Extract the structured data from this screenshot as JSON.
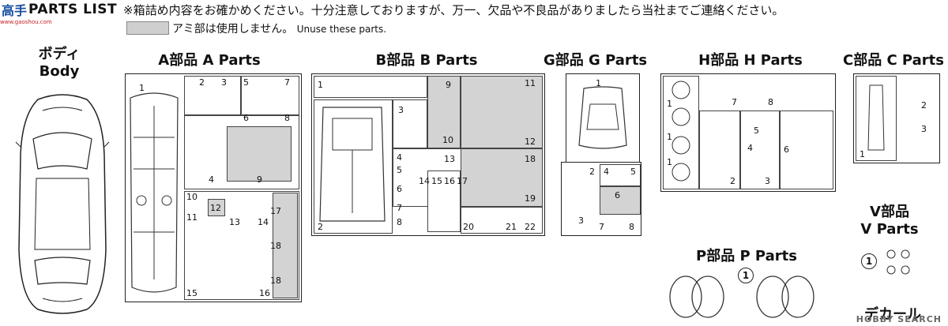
{
  "header": {
    "title": "PARTS LIST",
    "watermark_top": "高手",
    "watermark_url": "www.gaoshou.com",
    "notice": "※箱詰め内容をお確かめください。十分注意しておりますが、万一、欠品や不良品がありましたら当社までご連絡ください。",
    "legend_jp": "アミ部は使用しません。",
    "legend_en": "Unuse these parts."
  },
  "sections": {
    "body": {
      "title_jp": "ボディ",
      "title_en": "Body"
    },
    "a": {
      "title": "A部品 A Parts",
      "numbers": [
        "1",
        "2",
        "3",
        "5",
        "7",
        "6",
        "8",
        "4",
        "9",
        "10",
        "11",
        "12",
        "13",
        "14",
        "17",
        "18",
        "18",
        "15",
        "16"
      ]
    },
    "b": {
      "title": "B部品 B Parts",
      "numbers": [
        "1",
        "9",
        "3",
        "10",
        "11",
        "12",
        "4",
        "5",
        "6",
        "7",
        "8",
        "13",
        "14",
        "15",
        "16",
        "17",
        "18",
        "19",
        "2",
        "20",
        "21",
        "22"
      ]
    },
    "g": {
      "title": "G部品 G Parts",
      "numbers": [
        "1",
        "2",
        "4",
        "5",
        "6",
        "3",
        "7",
        "8"
      ]
    },
    "h": {
      "title": "H部品 H Parts",
      "numbers": [
        "7",
        "8",
        "1",
        "1",
        "1",
        "5",
        "4",
        "6",
        "2",
        "3"
      ]
    },
    "c": {
      "title": "C部品 C Parts",
      "numbers": [
        "2",
        "3",
        "1"
      ]
    },
    "p": {
      "title": "P部品 P Parts",
      "circle_num": "1"
    },
    "v": {
      "title_jp": "V部品",
      "title_en": "V Parts",
      "circle_num": "1"
    },
    "decal": {
      "label": "デカール"
    }
  },
  "footer": {
    "watermark": "HOBBY SEARCH"
  }
}
